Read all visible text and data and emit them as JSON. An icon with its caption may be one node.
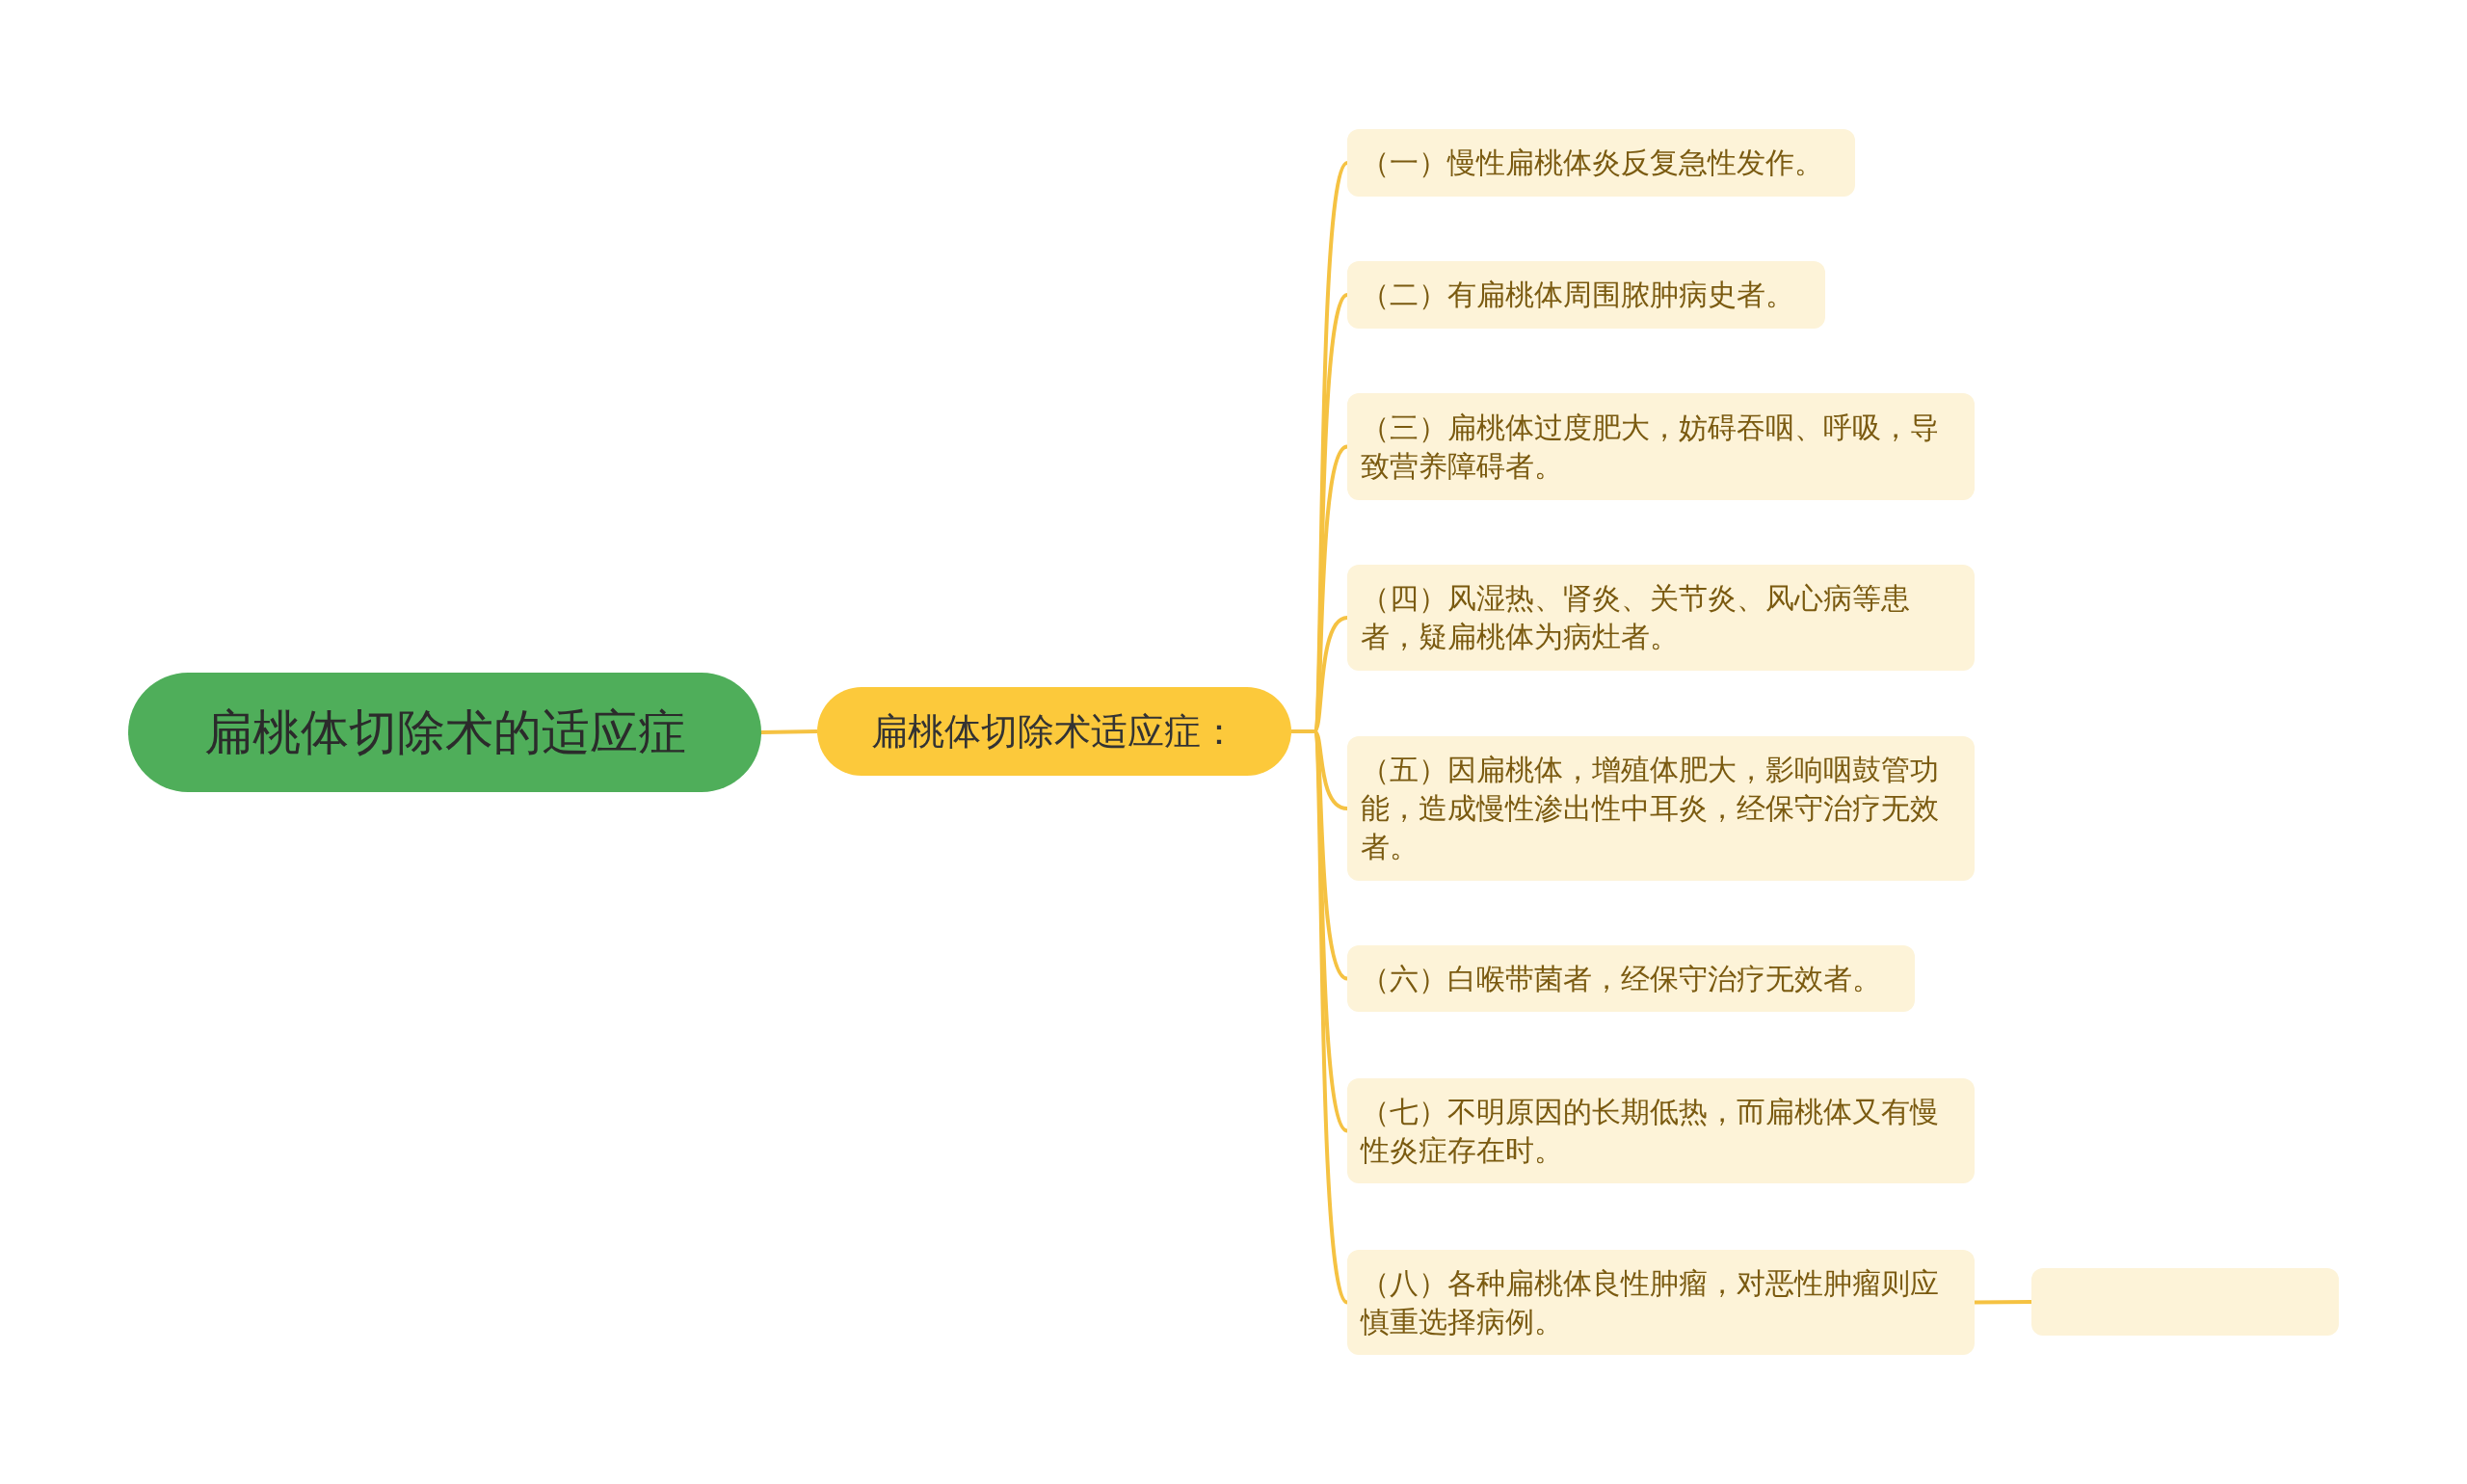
{
  "diagram": {
    "nodes": [
      {
        "text": [
          "扁桃体切除术的适应症"
        ]
      },
      {
        "text": [
          "扁桃体切除术适应症："
        ]
      },
      {
        "text": [
          "（一）慢性扁桃体炎反复急性发作。"
        ]
      },
      {
        "text": [
          "（二）有扁桃体周围脓肿病史者。"
        ]
      },
      {
        "text": [
          "（三）扁桃体过度肥大，妨碍吞咽、呼吸，导致营养障碍者。"
        ]
      },
      {
        "text": [
          "（四）风湿热、肾炎、关节炎、风心病等患者，疑扁桃体为病灶者。"
        ]
      },
      {
        "text": [
          "（五）因扁桃体，增殖体肥大，影响咽鼓管功能，造成慢性渗出性中耳炎，经保守治疗无效者。"
        ]
      },
      {
        "text": [
          "（六）白喉带菌者，经保守治疗无效者。"
        ]
      },
      {
        "text": [
          "（七）不明原因的长期低热，而扁桃体又有慢性炎症存在时。"
        ]
      },
      {
        "text": [
          "（八）各种扁桃体良性肿瘤，对恶性肿瘤则应慎重选择病例。"
        ]
      },
      {
        "text": [],
        "shape": "box"
      }
    ],
    "edges": [
      {
        "from": 0,
        "to": 1,
        "arrow": "none"
      },
      {
        "from": 1,
        "to": 2,
        "arrow": "none"
      },
      {
        "from": 1,
        "to": 3,
        "arrow": "none"
      },
      {
        "from": 1,
        "to": 4,
        "arrow": "none"
      },
      {
        "from": 1,
        "to": 5,
        "arrow": "none"
      },
      {
        "from": 1,
        "to": 6,
        "arrow": "none"
      },
      {
        "from": 1,
        "to": 7,
        "arrow": "none"
      },
      {
        "from": 1,
        "to": 8,
        "arrow": "none"
      },
      {
        "from": 1,
        "to": 9,
        "arrow": "none"
      },
      {
        "from": 9,
        "to": 10,
        "arrow": "none"
      }
    ]
  }
}
